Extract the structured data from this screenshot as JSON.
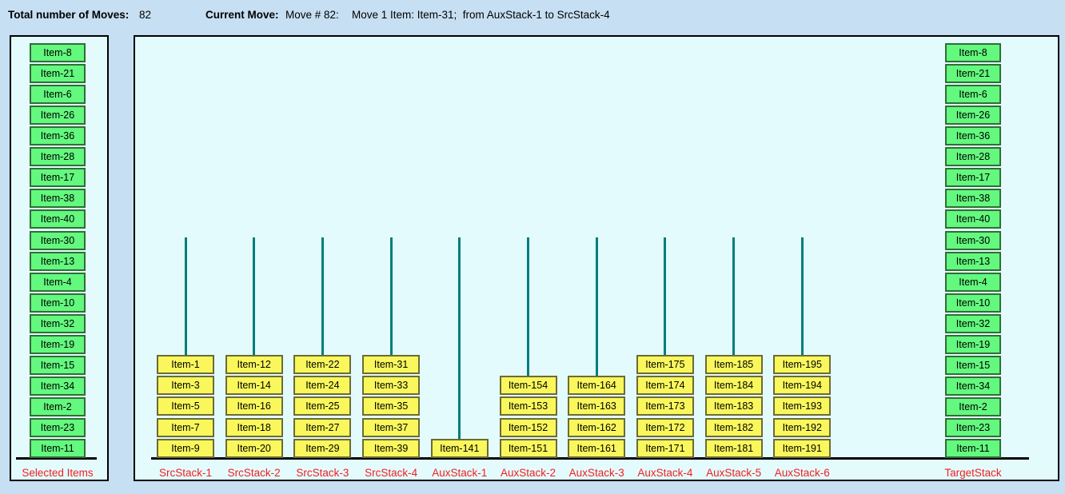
{
  "header": {
    "total_moves_label": "Total number of Moves:",
    "total_moves_value": "82",
    "current_move_label": "Current Move:",
    "current_move_number": "Move # 82:",
    "current_move_detail": "Move 1 Item: Item-31;  from AuxStack-1 to SrcStack-4"
  },
  "selected_panel": {
    "label": "Selected Items",
    "items": [
      "Item-8",
      "Item-21",
      "Item-6",
      "Item-26",
      "Item-36",
      "Item-28",
      "Item-17",
      "Item-38",
      "Item-40",
      "Item-30",
      "Item-13",
      "Item-4",
      "Item-10",
      "Item-32",
      "Item-19",
      "Item-15",
      "Item-34",
      "Item-2",
      "Item-23",
      "Item-11"
    ]
  },
  "main_panel": {
    "stacks": [
      {
        "label": "SrcStack-1",
        "items": [
          "Item-1",
          "Item-3",
          "Item-5",
          "Item-7",
          "Item-9"
        ]
      },
      {
        "label": "SrcStack-2",
        "items": [
          "Item-12",
          "Item-14",
          "Item-16",
          "Item-18",
          "Item-20"
        ]
      },
      {
        "label": "SrcStack-3",
        "items": [
          "Item-22",
          "Item-24",
          "Item-25",
          "Item-27",
          "Item-29"
        ]
      },
      {
        "label": "SrcStack-4",
        "items": [
          "Item-31",
          "Item-33",
          "Item-35",
          "Item-37",
          "Item-39"
        ]
      },
      {
        "label": "AuxStack-1",
        "items": [
          "Item-141"
        ]
      },
      {
        "label": "AuxStack-2",
        "items": [
          "Item-154",
          "Item-153",
          "Item-152",
          "Item-151"
        ]
      },
      {
        "label": "AuxStack-3",
        "items": [
          "Item-164",
          "Item-163",
          "Item-162",
          "Item-161"
        ]
      },
      {
        "label": "AuxStack-4",
        "items": [
          "Item-175",
          "Item-174",
          "Item-173",
          "Item-172",
          "Item-171"
        ]
      },
      {
        "label": "AuxStack-5",
        "items": [
          "Item-185",
          "Item-184",
          "Item-183",
          "Item-182",
          "Item-181"
        ]
      },
      {
        "label": "AuxStack-6",
        "items": [
          "Item-195",
          "Item-194",
          "Item-193",
          "Item-192",
          "Item-191"
        ]
      }
    ],
    "target_stack": {
      "label": "TargetStack",
      "items": [
        "Item-8",
        "Item-21",
        "Item-6",
        "Item-26",
        "Item-36",
        "Item-28",
        "Item-17",
        "Item-38",
        "Item-40",
        "Item-30",
        "Item-13",
        "Item-4",
        "Item-10",
        "Item-32",
        "Item-19",
        "Item-15",
        "Item-34",
        "Item-2",
        "Item-23",
        "Item-11"
      ]
    }
  },
  "colors": {
    "page_background": "#c6dff2",
    "panel_background": "#e4fbfd",
    "item_yellow": "#f9f75c",
    "item_yellow_border": "#6b6b35",
    "item_green": "#63f87e",
    "item_green_border": "#2f6e36",
    "pole_teal": "#007d7d",
    "label_red": "#f02020",
    "baseline": "#000000"
  }
}
